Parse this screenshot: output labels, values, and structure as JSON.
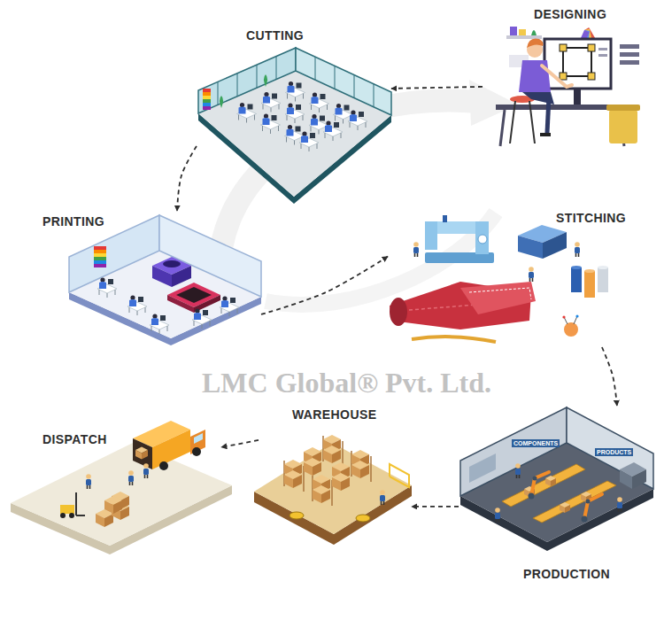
{
  "diagram": {
    "nodes": [
      {
        "text": [
          "DESIGNING"
        ]
      },
      {
        "text": [
          "CUTTING"
        ]
      },
      {
        "text": [
          "PRINTING"
        ]
      },
      {
        "text": [
          "STITCHING"
        ]
      },
      {
        "text": [
          "PRODUCTION"
        ]
      },
      {
        "text": [
          "WAREHOUSE"
        ]
      },
      {
        "text": [
          "DISPATCH"
        ]
      }
    ],
    "edges": [
      {
        "from": 0,
        "to": 1,
        "arrow": "to"
      },
      {
        "from": 1,
        "to": 2,
        "arrow": "to"
      },
      {
        "from": 2,
        "to": 3,
        "arrow": "to"
      },
      {
        "from": 3,
        "to": 4,
        "arrow": "to"
      },
      {
        "from": 4,
        "to": 5,
        "arrow": "to"
      },
      {
        "from": 5,
        "to": 6,
        "arrow": "to"
      }
    ],
    "labels": [
      "LMC Global® Pvt. Ltd.",
      "COMPONENTS",
      "PRODUCTS"
    ]
  }
}
